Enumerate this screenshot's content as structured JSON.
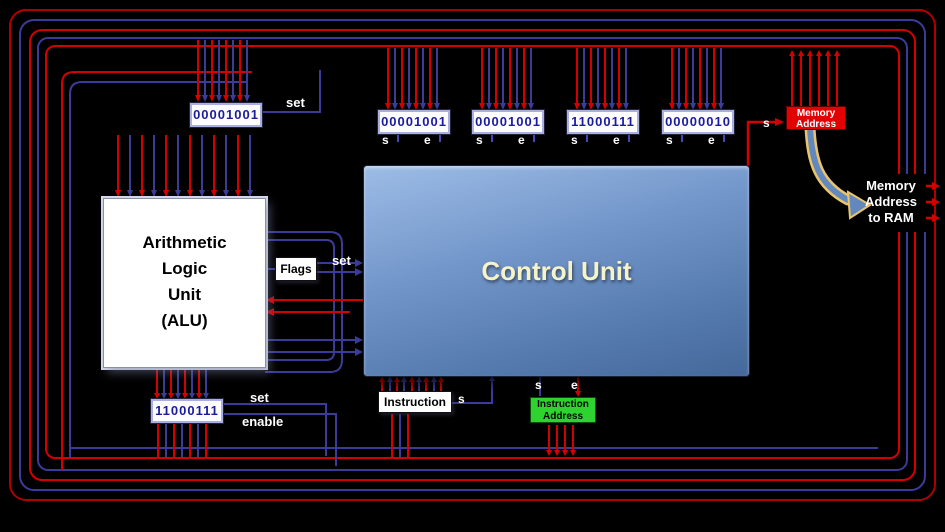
{
  "colors": {
    "wire_red": "#d40000",
    "wire_blue": "#3b3b9a",
    "register_text": "#1b1b9e",
    "control_unit_blue": "#6e94c8",
    "memory_address_red": "#e20202",
    "instruction_address_green": "#2fd32f"
  },
  "pins": {
    "s": "s",
    "e": "e"
  },
  "labels": {
    "set": "set",
    "enable": "enable"
  },
  "registers": {
    "r0": {
      "value": "00001001"
    },
    "top": [
      {
        "value": "00001001"
      },
      {
        "value": "00001001"
      },
      {
        "value": "11000111"
      },
      {
        "value": "00000010"
      }
    ],
    "acc": {
      "value": "11000111"
    }
  },
  "alu": {
    "line1": "Arithmetic",
    "line2": "Logic",
    "line3": "Unit",
    "line4": "(ALU)"
  },
  "control_unit": {
    "title": "Control Unit"
  },
  "flags": {
    "label": "Flags"
  },
  "instruction": {
    "label": "Instruction"
  },
  "instruction_address": {
    "line1": "Instruction",
    "line2": "Address"
  },
  "memory_address": {
    "line1": "Memory",
    "line2": "Address"
  },
  "ram_note": {
    "line1": "Memory",
    "line2": "Address",
    "line3": "to RAM"
  }
}
